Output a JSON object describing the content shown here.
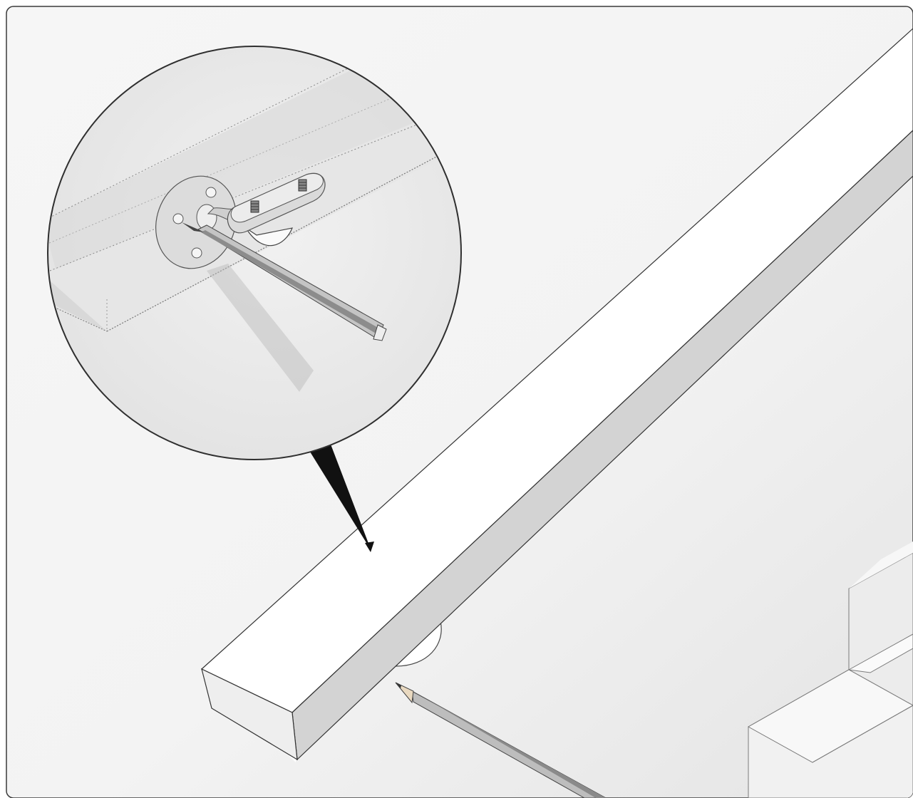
{
  "illustration": {
    "subject": "",
    "colors": {
      "background_light": "#f7f7f7",
      "background_dark": "#e2e2e2",
      "frame_stroke": "#3a3a3a",
      "rail_top": "#ffffff",
      "rail_side": "#d3d3d3",
      "rail_end": "#eeeeee",
      "stair_light": "#f4f4f4",
      "stair_mid": "#e8e8e8",
      "stair_dark": "#d6d6d6",
      "bracket": "#dcdcdc",
      "pencil_body": "#bdbdbd",
      "pencil_dark": "#6f6f6f",
      "magnifier_fill": "#e6e6e6",
      "pointer": "#111111"
    },
    "elements": [
      "border-frame",
      "handrail-top-face",
      "handrail-side-face",
      "handrail-end-face",
      "bracket-under-rail",
      "pencil",
      "stairs",
      "magnifier-callout",
      "callout-pointer",
      "zoom-bracket-plate",
      "zoom-bracket-arm",
      "zoom-screw-left",
      "zoom-screw-right",
      "zoom-pencil"
    ]
  }
}
